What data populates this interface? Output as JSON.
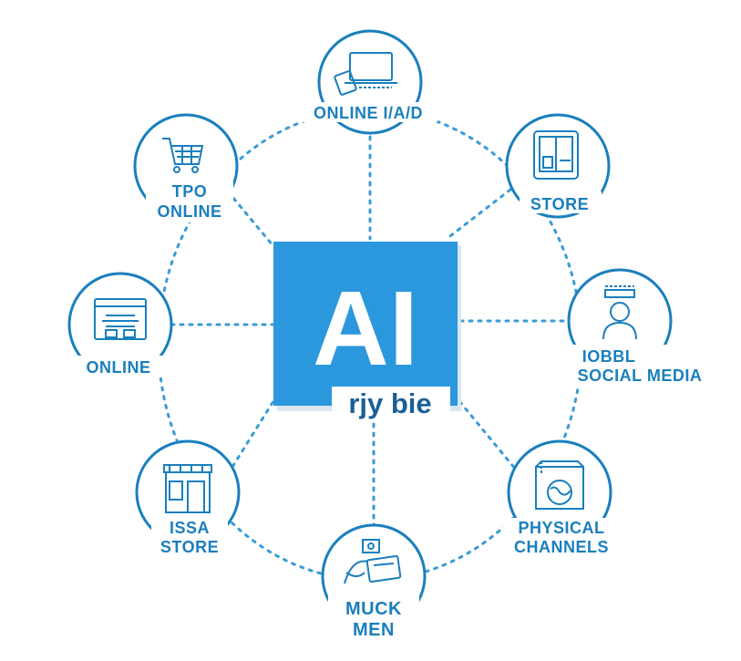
{
  "hub": {
    "title": "AI",
    "subtitle": "rjy bie",
    "fill_color": "#2b97dd",
    "text_color": "#ffffff"
  },
  "colors": {
    "accent": "#1a7fbd",
    "connector": "#3a9bd5",
    "node_fill": "#ffffff"
  },
  "nodes": [
    {
      "id": "top",
      "label_lines": [
        "ONLINE I/A/D"
      ],
      "icon": "laptop-card-icon"
    },
    {
      "id": "top-right",
      "label_lines": [
        "STORE"
      ],
      "icon": "tablet-storefront-icon"
    },
    {
      "id": "right",
      "label_lines": [
        "IOBBL",
        "SOCIAL MEDIA"
      ],
      "icon": "person-profile-icon"
    },
    {
      "id": "bottom-right",
      "label_lines": [
        "PHYSICAL",
        "CHANNELS"
      ],
      "icon": "shop-globe-icon"
    },
    {
      "id": "bottom",
      "label_lines": [
        "MUCK",
        "MEN"
      ],
      "icon": "hand-card-icon"
    },
    {
      "id": "bottom-left",
      "label_lines": [
        "ISSA",
        "STORE"
      ],
      "icon": "storefront-icon"
    },
    {
      "id": "left",
      "label_lines": [
        "ONLINE"
      ],
      "icon": "browser-window-icon"
    },
    {
      "id": "top-left",
      "label_lines": [
        "TPO",
        "ONLINE"
      ],
      "icon": "shopping-cart-icon"
    }
  ]
}
